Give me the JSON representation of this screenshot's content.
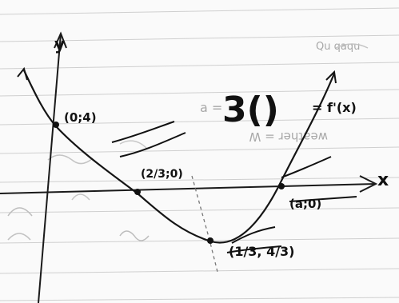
{
  "notebook": {
    "axes": {
      "y_label": "y",
      "x_label": "x"
    },
    "points": [
      {
        "label": "(0;4)"
      },
      {
        "label": "(2/3;0)"
      },
      {
        "label": "(a;0)"
      },
      {
        "label": "(1/3, 4/3)"
      }
    ],
    "headline": "3()",
    "headline_note": "= f'(x)",
    "showthrough_text": [
      "weather = W",
      "a  =",
      "Qu  qaqu"
    ]
  }
}
